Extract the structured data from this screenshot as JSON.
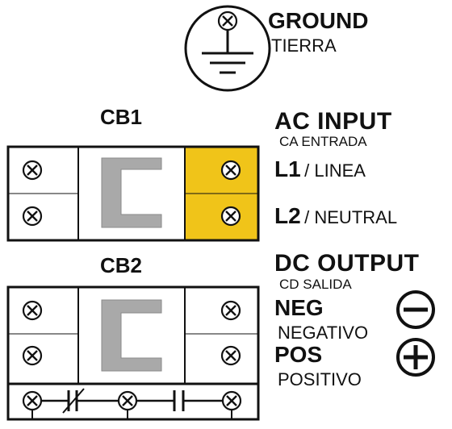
{
  "ground": {
    "title": "GROUND",
    "subtitle": "TIERRA",
    "icon": "ground-symbol-icon"
  },
  "cb1": {
    "title": "CB1",
    "highlight_color": "#f0c419",
    "breaker_color": "#a9a9a9"
  },
  "cb2": {
    "title": "CB2"
  },
  "ac_input": {
    "title": "AC INPUT",
    "subtitle": "CA ENTRADA",
    "lines": [
      {
        "code": "L1",
        "label": "/ LINEA"
      },
      {
        "code": "L2",
        "label": "/ NEUTRAL"
      }
    ]
  },
  "dc_output": {
    "title": "DC OUTPUT",
    "subtitle": "CD SALIDA",
    "neg": {
      "code": "NEG",
      "label": "NEGATIVO",
      "icon": "minus-circle-icon"
    },
    "pos": {
      "code": "POS",
      "label": "POSITIVO",
      "icon": "plus-circle-icon"
    }
  }
}
